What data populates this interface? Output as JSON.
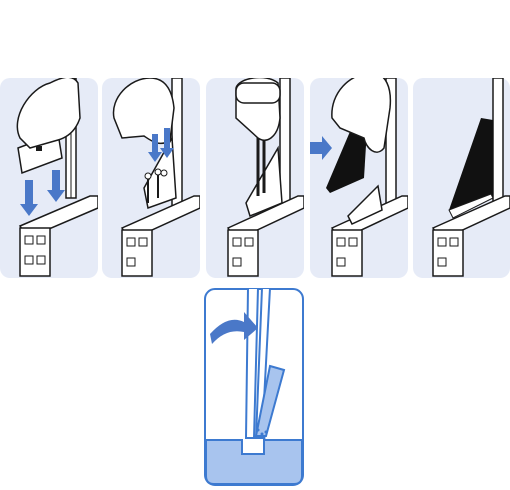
{
  "colors": {
    "panel_bg": "#e6ebf7",
    "line": "#1a1a1a",
    "arrow": "#4a78c8",
    "detail_border": "#3d7ad0",
    "detail_fill": "#a8c4ee",
    "black_part": "#111111"
  },
  "steps": [
    {
      "illustration": "hand-holding-bracket-over-profile"
    },
    {
      "illustration": "hand-inserting-screws"
    },
    {
      "illustration": "hand-tightening-with-hex-key"
    },
    {
      "illustration": "hand-placing-black-cover"
    },
    {
      "illustration": "finished-black-cover-on-profile"
    }
  ],
  "detail": {
    "illustration": "cross-section-insertion-detail"
  }
}
